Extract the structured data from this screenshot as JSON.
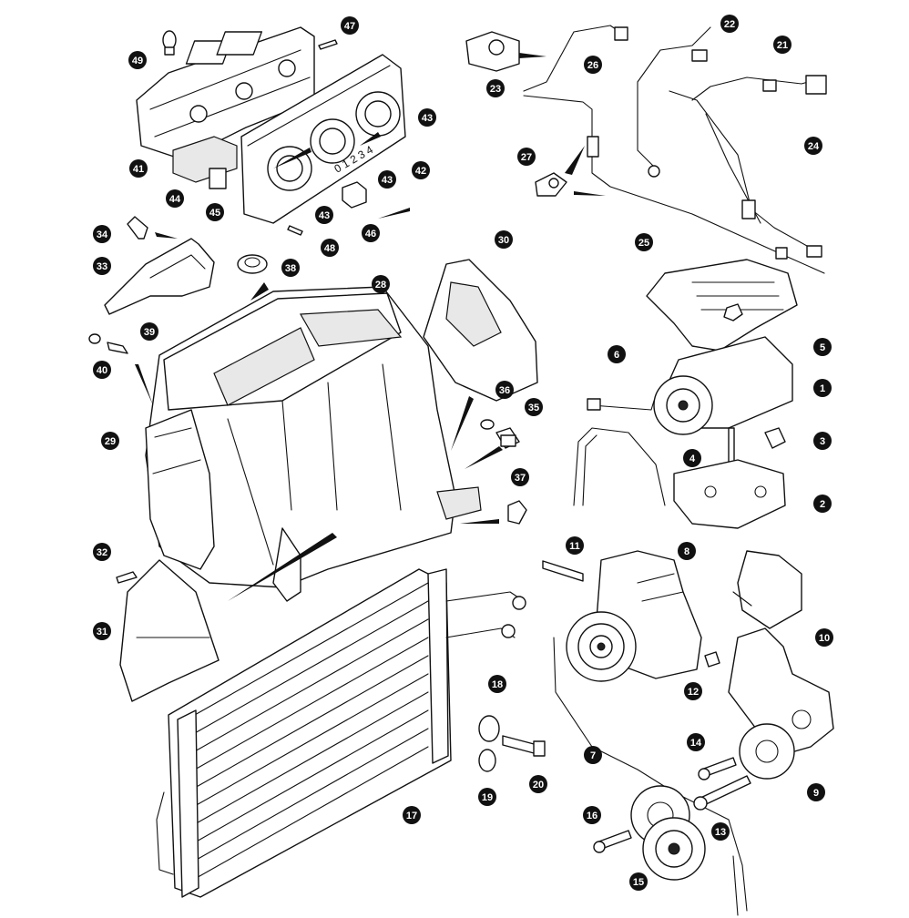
{
  "callouts": [
    "1",
    "2",
    "3",
    "4",
    "5",
    "6",
    "7",
    "8",
    "9",
    "10",
    "11",
    "12",
    "13",
    "14",
    "15",
    "16",
    "17",
    "18",
    "19",
    "20",
    "21",
    "22",
    "23",
    "24",
    "25",
    "26",
    "27",
    "28",
    "29",
    "30",
    "31",
    "32",
    "33",
    "34",
    "35",
    "36",
    "37",
    "38",
    "39",
    "40",
    "41",
    "42",
    "43",
    "43",
    "43",
    "44",
    "45",
    "46",
    "47",
    "48",
    "49"
  ],
  "heater_panel_scale": "0 1 2 3 4"
}
